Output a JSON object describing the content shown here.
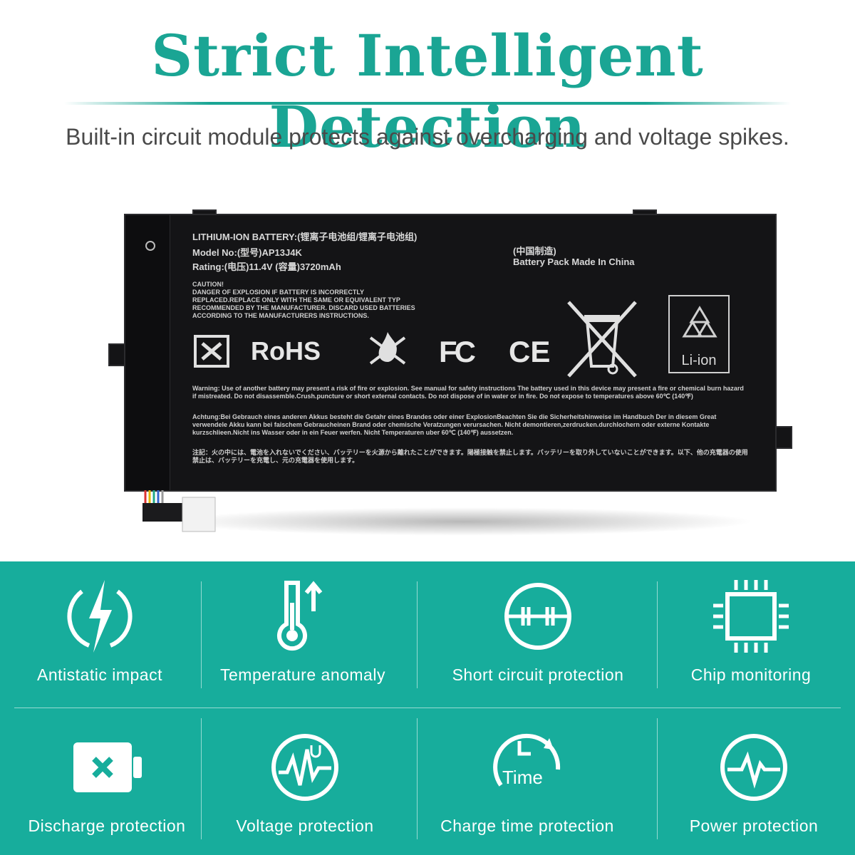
{
  "header": {
    "title": "Strict Intelligent Detection",
    "subtitle": "Built-in circuit module protects against overcharging and voltage spikes."
  },
  "battery": {
    "line1": "LITHIUM-ION BATTERY:(锂离子电池组/锂离子电池组)",
    "line2": "Model No:(型号)AP13J4K",
    "line3": "Rating:(电压)11.4V    (容量)3720mAh",
    "made_cn": "(中国制造)",
    "made_en": "Battery Pack Made In China",
    "caution": "CAUTION!\nDANGER OF EXPLOSION IF BATTERY IS INCORRECTLY\nREPLACED.REPLACE ONLY WITH THE SAME OR EQUIVALENT TYP\nRECOMMENDED BY THE MANUFACTURER. DISCARD USED BATTERIES\nACCORDING TO THE MANUFACTURERS INSTRUCTIONS.",
    "rohs": "RoHS",
    "fc": "FC",
    "ce": "CE",
    "liion": "Li-ion",
    "warning_en": "Warning: Use of another battery may present a risk of fire or explosion. See manual for safety instructions The battery used in this device may present a fire or chemical burn hazard if mistreated. Do not disassemble.Crush.puncture or short external contacts. Do not dispose of in water or in fire. Do not expose to temperatures above 60℃ (140℉)",
    "warning_de": "Achtung:Bei Gebrauch eines anderen Akkus besteht die Getahr eines Brandes  oder einer ExplosionBeachten Sie die Sicherheitshinweise im Handbuch Der in diesem Great verwendele Akku kann bei faischem Gebraucheinen Brand  oder chemische Veratzungen verursachen. Nicht demontieren,zerdrucken.durchlochern oder externe Kontakte kurzschlieen.Nicht ins Wasser oder in ein Feuer werfen. Nicht Temperaturen uber 60℃ (140℉) aussetzen.",
    "warning_jp": "注記：火の中には、電池を入れないでください、バッテリーを火源から離れたことができます。陽極接触を禁止します。バッテリーを取り外していないことができます。以下、他の充電器の使用禁止は、バッテリーを充電し、元の充電器を使用します。"
  },
  "features": [
    {
      "label": "Antistatic impact",
      "icon": "lightning-circle-icon"
    },
    {
      "label": "Temperature anomaly",
      "icon": "thermometer-up-icon"
    },
    {
      "label": "Short circuit protection",
      "icon": "circuit-circle-icon"
    },
    {
      "label": "Chip monitoring",
      "icon": "chip-icon"
    },
    {
      "label": "Discharge protection",
      "icon": "battery-x-icon"
    },
    {
      "label": "Voltage protection",
      "icon": "voltage-wave-icon"
    },
    {
      "label": "Charge time protection",
      "icon": "timer-icon"
    },
    {
      "label": "Power protection",
      "icon": "heartbeat-circle-icon"
    }
  ],
  "timer_icon_text": "Time",
  "colors": {
    "accent": "#1aa594",
    "panel": "#17ad9c",
    "battery": "#141416"
  }
}
